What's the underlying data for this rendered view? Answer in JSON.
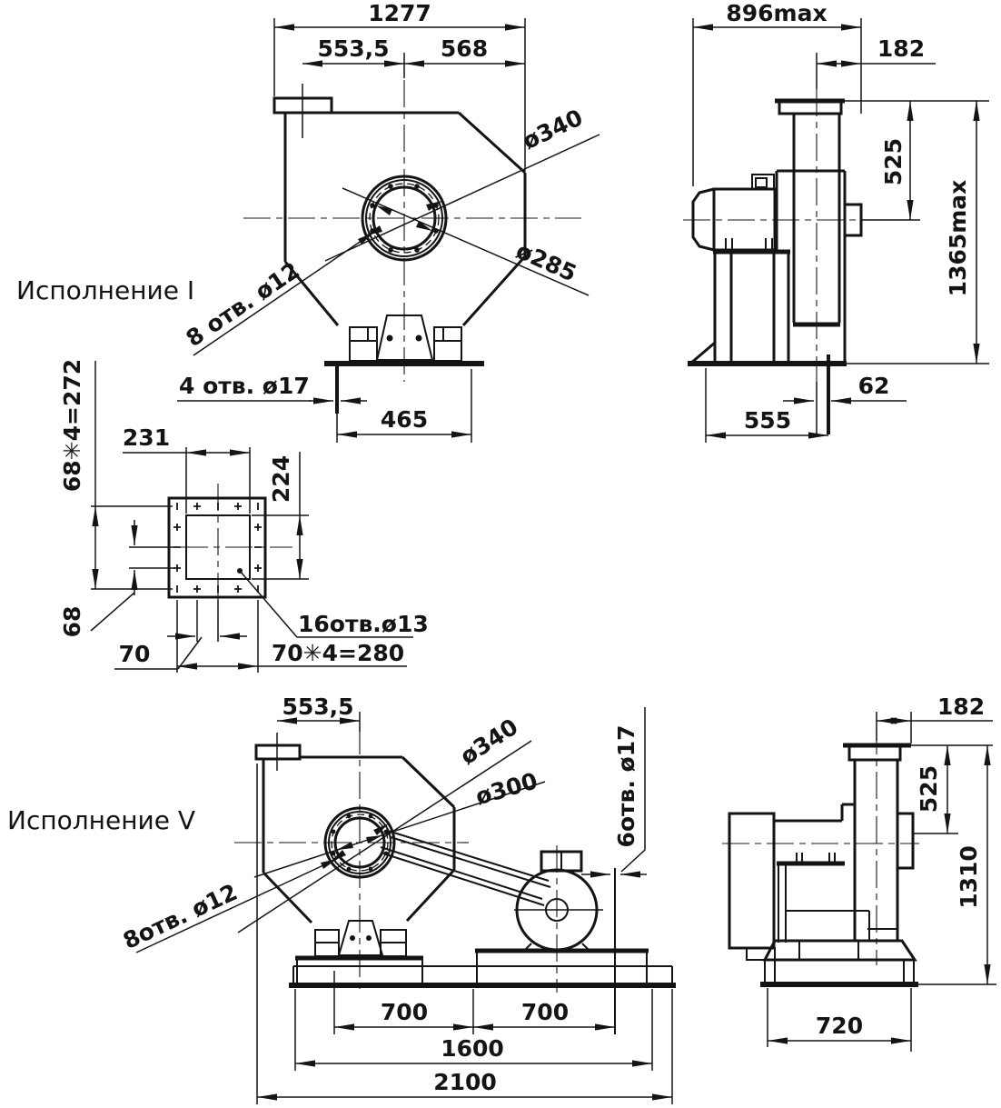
{
  "drawing": {
    "labels": {
      "version_1": "Исполнение I",
      "version_5": "Исполнение V"
    },
    "view1_front": {
      "overall_width": "1277",
      "inlet_offset_left": "553,5",
      "inlet_offset_right": "568",
      "bolt_circle": "ø340",
      "inlet_dia": "ø285",
      "inlet_holes": "8 отв. ø12",
      "base_holes": "4 отв. ø17",
      "base_width": "465"
    },
    "view1_side": {
      "depth_max": "896max",
      "outlet_offset": "182",
      "outlet_height": "525",
      "height_max": "1365max",
      "hole_offset": "62",
      "base_depth": "555"
    },
    "outlet_flange": {
      "bolt_pitch_v": "68✳4=272",
      "width": "231",
      "opening": "224",
      "pitch": "68",
      "hole_pitch": "70",
      "holes": "16отв.ø13",
      "bolt_pitch_h": "70✳4=280"
    },
    "view5_front": {
      "inlet_offset": "553,5",
      "bolt_circle": "ø340",
      "inlet_dia": "ø300",
      "inlet_holes": "8отв. ø12",
      "base_holes": "6отв. ø17",
      "bolt_span_left": "700",
      "bolt_span_right": "700",
      "frame_length": "1600",
      "overall_length": "2100"
    },
    "view5_side": {
      "outlet_offset": "182",
      "outlet_height": "525",
      "height": "1310",
      "base_depth": "720"
    }
  }
}
